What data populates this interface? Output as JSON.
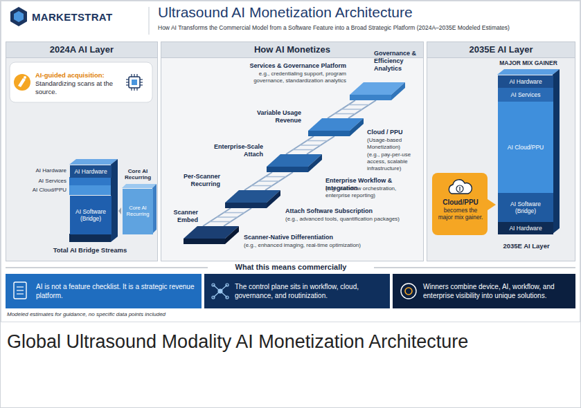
{
  "diagram": {
    "title": "Ultrasound AI Monetization Architecture",
    "caption": "Global Ultrasound Modality AI Monetization Architecture",
    "nodes": [
      {
        "text": [
          "2024A AI Layer"
        ]
      },
      {
        "text": [
          "AI-guided acquisition:",
          "Standardizing scans at the source."
        ],
        "in": 0
      },
      {
        "text": [
          "AI Hardware"
        ],
        "in": 0
      },
      {
        "text": [
          "AI Software (Bridge)"
        ],
        "in": 0
      },
      {
        "text": [
          "Core AI Recurring",
          "Core AI Recurring"
        ],
        "in": 0
      },
      {
        "text": [
          "How AI Monetizes"
        ]
      },
      {
        "text": [
          "2035E AI Layer"
        ]
      },
      {
        "text": [
          "AI Hardware"
        ],
        "in": 6
      },
      {
        "text": [
          "AI Services"
        ],
        "in": 6
      },
      {
        "text": [
          "AI Cloud/PPU"
        ],
        "in": 6
      },
      {
        "text": [
          "AI Software (Bridge)"
        ],
        "in": 6
      },
      {
        "text": [
          "AI Hardware"
        ],
        "in": 6
      },
      {
        "text": [
          "Cloud/PPU",
          "becomes the major mix gainer."
        ],
        "in": 6
      },
      {
        "text": [
          "AI is not a feature checklist. It is a strategic revenue platform."
        ]
      },
      {
        "text": [
          "The control plane sits in workflow, cloud, governance, and routinization."
        ]
      },
      {
        "text": [
          "Winners combine device, AI, workflow, and enterprise visibility into unique solutions."
        ]
      }
    ],
    "labels": [
      "MARKETSTRAT",
      "How AI Transforms the Commercial Model from a Software Feature into a Broad Strategic Platform (2024A–2035E Modeled Estimates)",
      "AI Hardware",
      "AI Services",
      "AI Cloud/PPU",
      "Total AI Bridge Streams",
      "Services & Governance Platform",
      "e.g., credentialing support, program governance, standardization analytics",
      "Governance & Efficiency Analytics",
      "Variable Usage Revenue",
      "Cloud / PPU",
      "(Usage-based Monetization)",
      "(e.g., pay-per-use access, scalable infrastructure)",
      "Enterprise-Scale Attach",
      "Enterprise Workflow & Integration",
      "(e.g., workflow orchestration, enterprise reporting)",
      "Per-Scanner Recurring",
      "Attach Software Subscription",
      "(e.g., advanced tools, quantification packages)",
      "Scanner Embed",
      "Scanner-Native Differentiation",
      "(e.g., enhanced imaging, real-time optimization)",
      "MAJOR MIX GAINER",
      "2035E AI Layer",
      "What this means commercially",
      "Modeled estimates for guidance, no specific data points included"
    ]
  }
}
